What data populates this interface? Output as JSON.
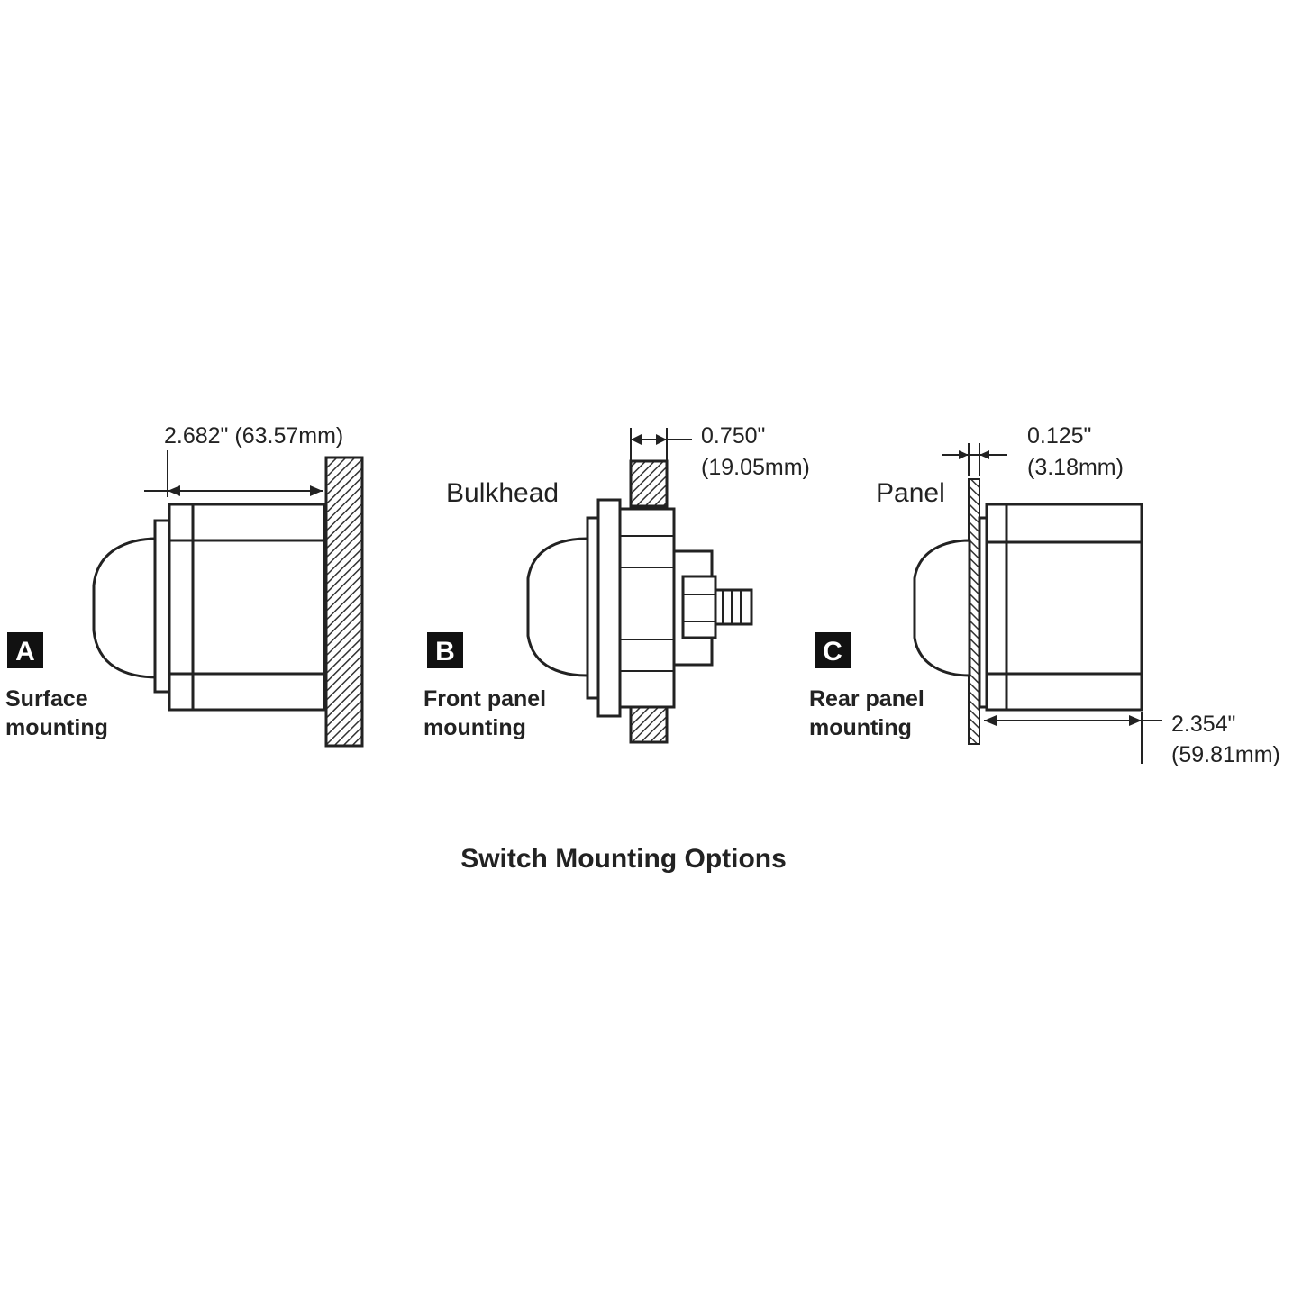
{
  "diagram": {
    "title": "Switch Mounting Options",
    "colors": {
      "ink": "#222222",
      "badge": "#111111",
      "background": "#ffffff"
    },
    "options": [
      {
        "badge": "A",
        "caption_lines": [
          "Surface",
          "mounting"
        ],
        "dimension_lines": [
          "2.682\" (63.57mm)"
        ]
      },
      {
        "badge": "B",
        "caption_lines": [
          "Front panel",
          "mounting"
        ],
        "label": "Bulkhead",
        "dimension_lines": [
          "0.750\"",
          "(19.05mm)"
        ]
      },
      {
        "badge": "C",
        "caption_lines": [
          "Rear panel",
          "mounting"
        ],
        "label": "Panel",
        "dimension_lines": [
          "0.125\"",
          "(3.18mm)"
        ],
        "depth_dimension_lines": [
          "2.354\"",
          "(59.81mm)"
        ]
      }
    ]
  }
}
